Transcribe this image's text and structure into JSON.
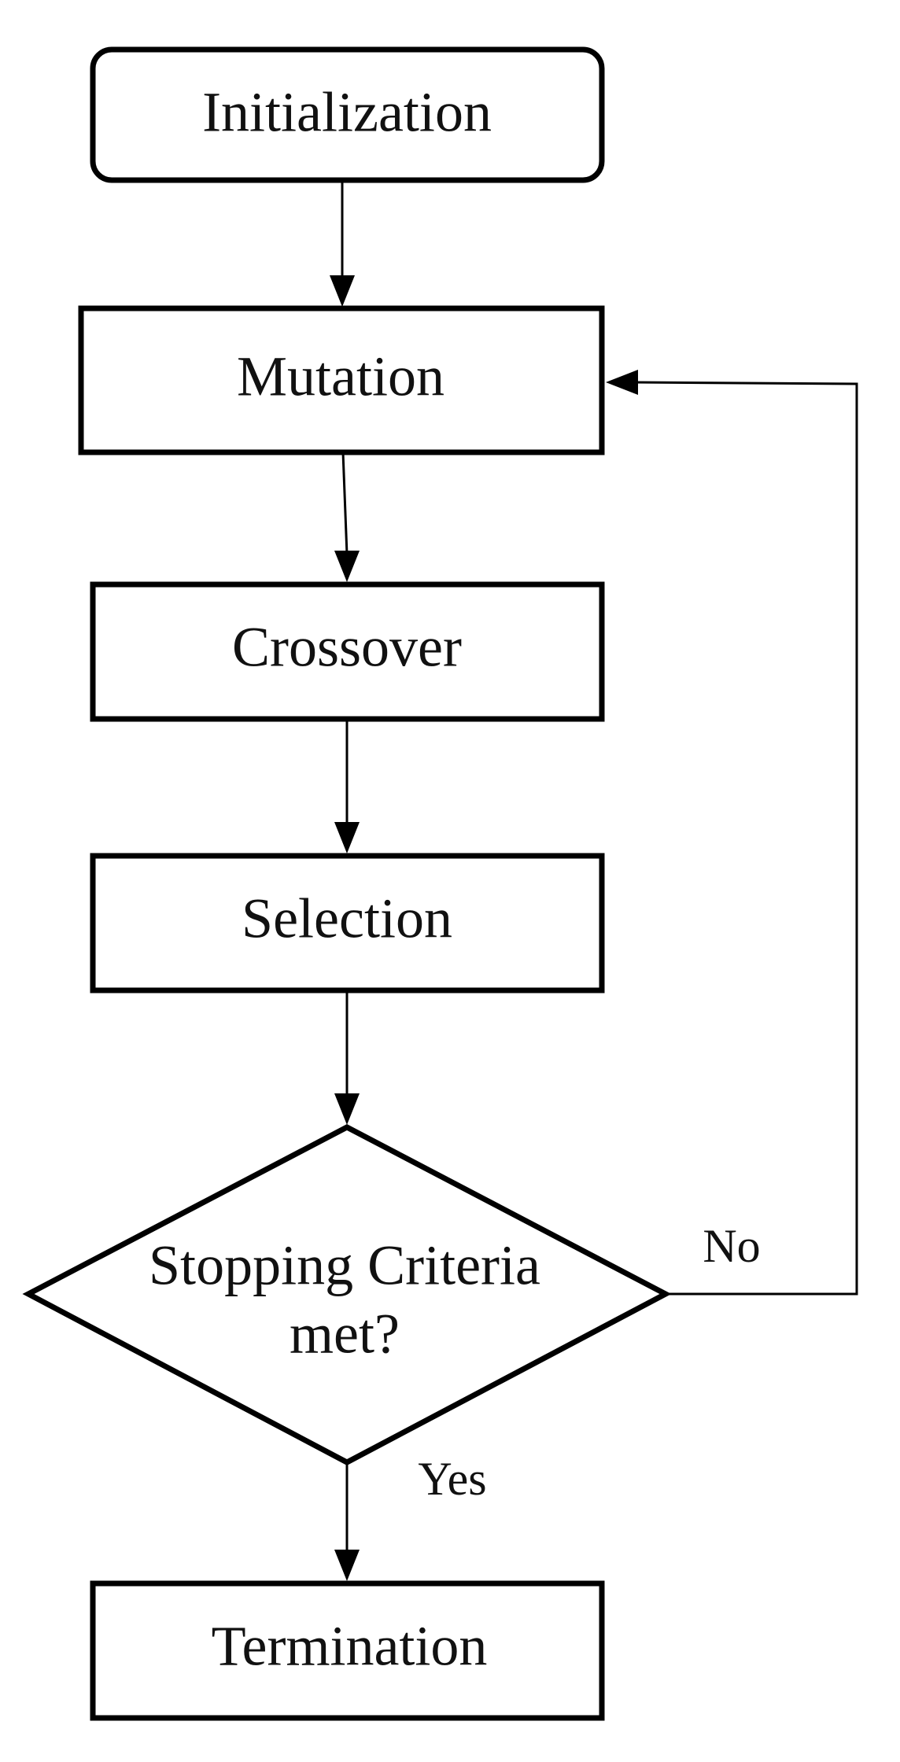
{
  "nodes": {
    "initialization": {
      "label": "Initialization"
    },
    "mutation": {
      "label": "Mutation"
    },
    "crossover": {
      "label": "Crossover"
    },
    "selection": {
      "label": "Selection"
    },
    "decision": {
      "line1": "Stopping Criteria",
      "line2": "met?"
    },
    "termination": {
      "label": "Termination"
    }
  },
  "edges": {
    "yes_label": "Yes",
    "no_label": "No"
  }
}
